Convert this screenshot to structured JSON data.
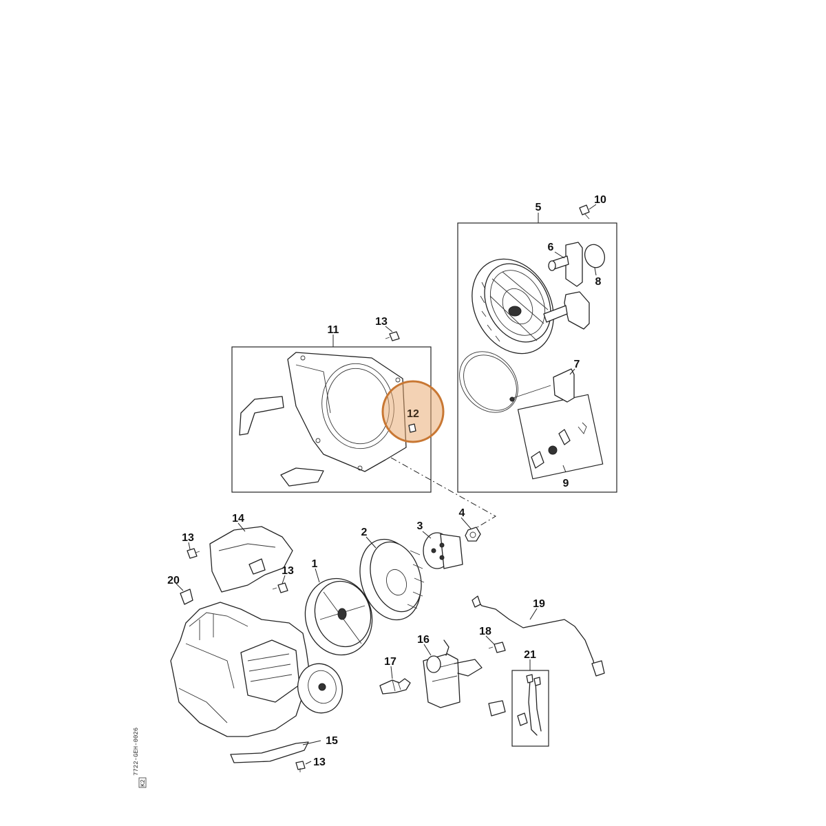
{
  "diagram": {
    "highlight_color": "#e8a56a",
    "highlight_border": "#c87733",
    "callouts": [
      {
        "id": "c5",
        "label": "5"
      },
      {
        "id": "c10",
        "label": "10"
      },
      {
        "id": "c6",
        "label": "6"
      },
      {
        "id": "c8",
        "label": "8"
      },
      {
        "id": "c7",
        "label": "7"
      },
      {
        "id": "c9",
        "label": "9"
      },
      {
        "id": "c11",
        "label": "11"
      },
      {
        "id": "c13a",
        "label": "13"
      },
      {
        "id": "c12",
        "label": "12"
      },
      {
        "id": "c4",
        "label": "4"
      },
      {
        "id": "c14",
        "label": "14"
      },
      {
        "id": "c13b",
        "label": "13"
      },
      {
        "id": "c13c",
        "label": "13"
      },
      {
        "id": "c20",
        "label": "20"
      },
      {
        "id": "c2",
        "label": "2"
      },
      {
        "id": "c3",
        "label": "3"
      },
      {
        "id": "c1",
        "label": "1"
      },
      {
        "id": "c19",
        "label": "19"
      },
      {
        "id": "c18",
        "label": "18"
      },
      {
        "id": "c16",
        "label": "16"
      },
      {
        "id": "c17",
        "label": "17"
      },
      {
        "id": "c21",
        "label": "21"
      },
      {
        "id": "c15",
        "label": "15"
      },
      {
        "id": "c13d",
        "label": "13"
      }
    ],
    "doc_id": "7722-GEH-0026",
    "doc_badge": "K2"
  }
}
